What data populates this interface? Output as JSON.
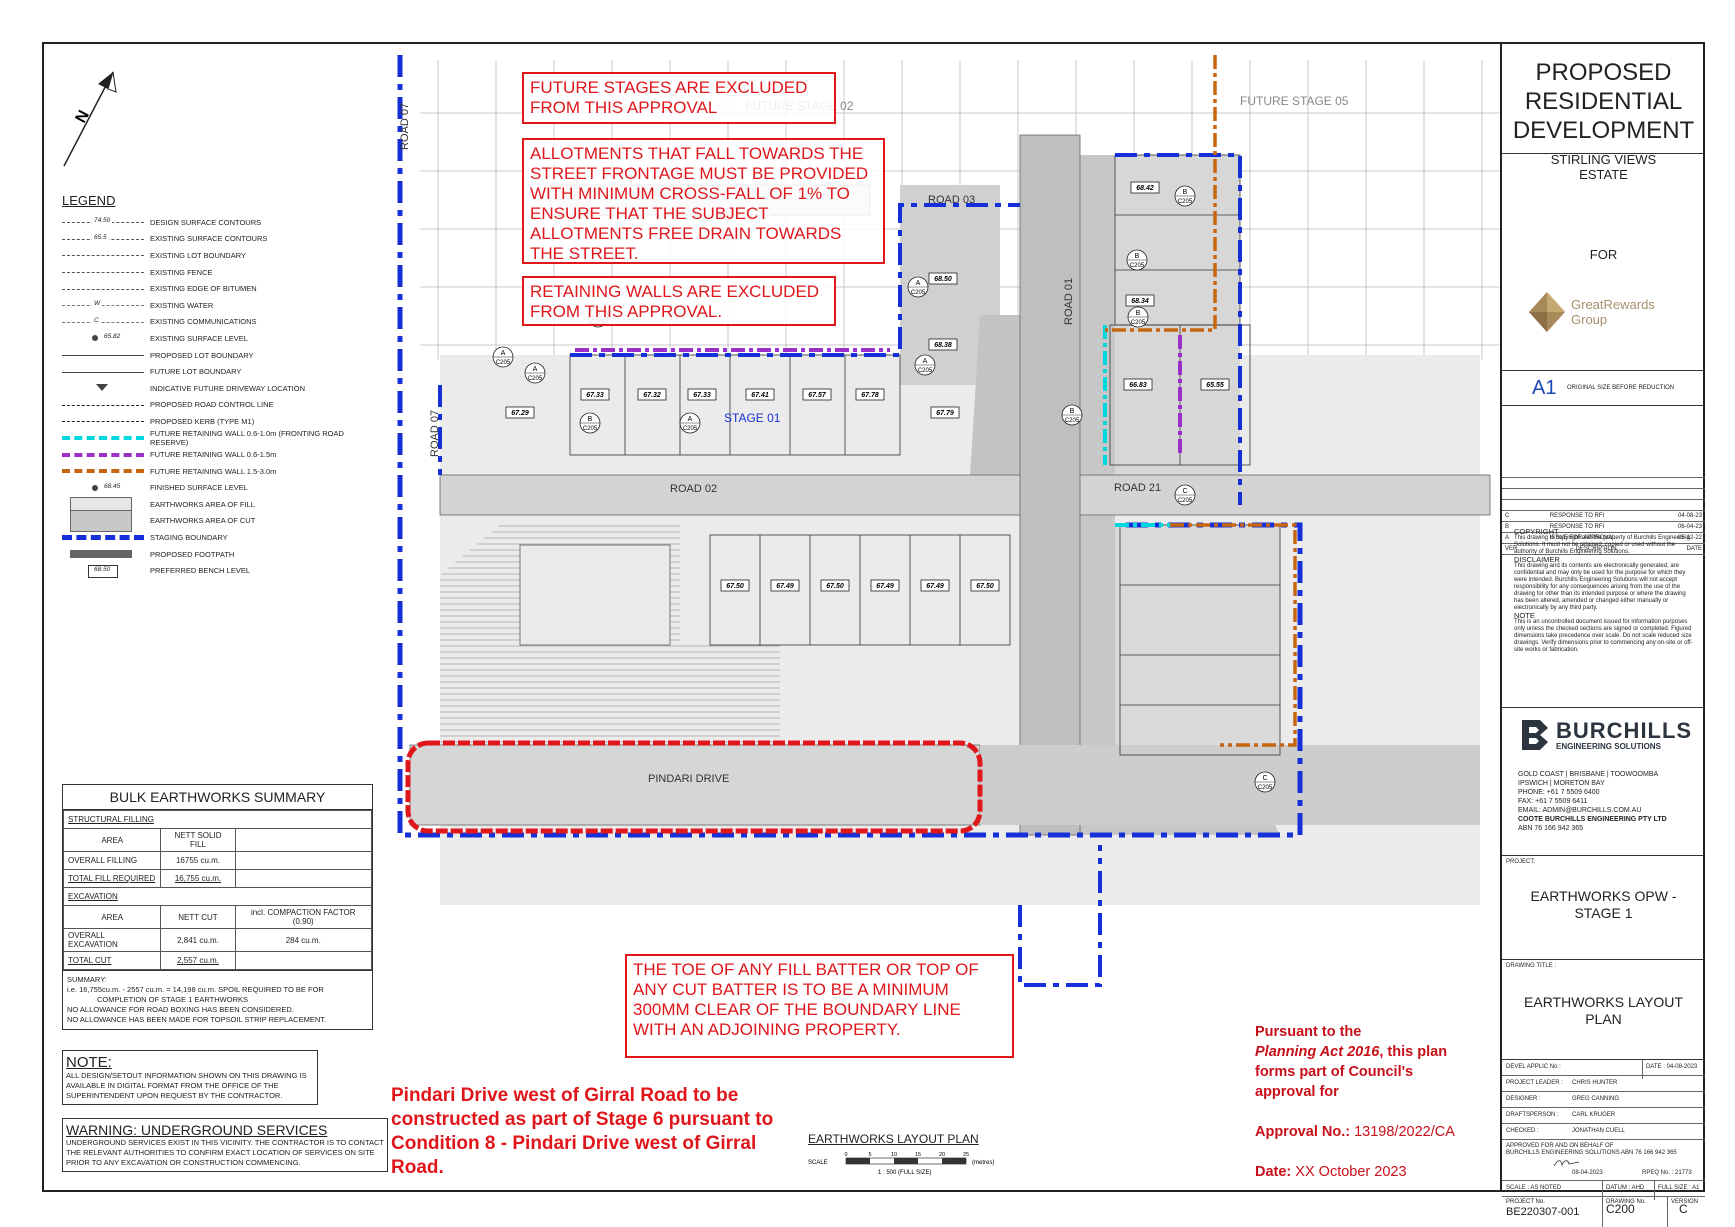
{
  "project": {
    "title_lines": [
      "PROPOSED",
      "RESIDENTIAL",
      "DEVELOPMENT"
    ],
    "estate_lines": [
      "STIRLING VIEWS",
      "ESTATE"
    ],
    "for_label": "FOR",
    "client_logo_line1": "GreatRewards",
    "client_logo_line2": "Group",
    "sheet_size": "A1",
    "sheet_size_note": "ORIGINAL SIZE BEFORE REDUCTION"
  },
  "revisions": {
    "rows": [
      {
        "rev": "C",
        "description": "RESPONSE TO RFI",
        "date": "04-08-23"
      },
      {
        "rev": "B",
        "description": "RESPONSE TO RFI",
        "date": "06-04-23"
      },
      {
        "rev": "A",
        "description": "ISSUE FOR APPROVAL",
        "date": "05-12-22"
      }
    ],
    "headers": {
      "ver": "VER.",
      "description": "DESCRIPTION",
      "date": "DATE"
    }
  },
  "copyright": {
    "heading": "COPYRIGHT",
    "copyright_text": "This drawing is copyright and the property of Burchills Engineering Solutions. It must not be retained, copied or used without the authority of Burchills Engineering Solutions.",
    "disclaimer_heading": "DISCLAIMER",
    "disclaimer_text": "This drawing and its contents are electronically generated, are confidential and may only be used for the purpose for which they were intended. Burchills Engineering Solutions will not accept responsibility for any consequences arising from the use of the drawing for other than its intended purpose or where the drawing has been altered, amended or changed either manually or electronically by any third party.",
    "note_heading": "NOTE",
    "note_text": "This is an uncontrolled document issued for information purposes only unless the checked sections are signed or completed. Figured dimensions take precedence over scale. Do not scale reduced size drawings. Verify dimensions prior to commencing any on-site or off-site works or fabrication."
  },
  "company": {
    "name": "BURCHILLS",
    "subtitle": "ENGINEERING SOLUTIONS",
    "offices_1": "GOLD COAST | BRISBANE | TOOWOOMBA",
    "offices_2": "IPSWICH | MORETON BAY",
    "phone": "PHONE: +61 7 5509 6400",
    "fax": "FAX: +61 7 5509 6411",
    "email": "EMAIL: ADMIN@BURCHILLS.COM.AU",
    "legal": "COOTE BURCHILLS ENGINEERING PTY LTD",
    "abn": "ABN 76 166 942 365"
  },
  "drawing": {
    "project_label": "PROJECT:",
    "project_lines": [
      "EARTHWORKS OPW -",
      "STAGE 1"
    ],
    "title_label": "DRAWING TITLE :",
    "title_lines": [
      "EARTHWORKS LAYOUT",
      "PLAN"
    ],
    "devel_applic_label": "DEVEL APPLIC No :",
    "date_label": "DATE :",
    "date": "04-08-2023",
    "project_leader_label": "PROJECT LEADER :",
    "project_leader": "CHRIS HUNTER",
    "designer_label": "DESIGNER :",
    "designer": "GREG CANNING",
    "draftsperson_label": "DRAFTSPERSON :",
    "draftsperson": "CARL KRUGER",
    "checked_label": "CHECKED :",
    "checked": "JONATHAN CUELL",
    "approved_line1": "APPROVED FOR AND ON BEHALF OF",
    "approved_line2": "BURCHILLS ENGINEERING SOLUTIONS  ABN 76 166 942 365",
    "approved_date": "08-04-2023",
    "rpeq": "RPEQ No. : 21773",
    "scale_label": "SCALE :",
    "scale": "AS NOTED",
    "datum_label": "DATUM :",
    "datum": "AHD",
    "full_size_label": "FULL SIZE :",
    "full_size": "A1",
    "project_no_label": "PROJECT No.",
    "project_no": "BE220307-001",
    "drawing_no_label": "DRAWING No.",
    "drawing_no": "C200",
    "version_label": "VERSION",
    "version": "C"
  },
  "legend": {
    "heading": "LEGEND",
    "items": [
      {
        "sample": "74.50",
        "label": "DESIGN SURFACE CONTOURS"
      },
      {
        "sample": "65.5",
        "label": "EXISTING SURFACE CONTOURS"
      },
      {
        "sample": "",
        "label": "EXISTING LOT BOUNDARY"
      },
      {
        "sample": "",
        "label": "EXISTING FENCE"
      },
      {
        "sample": "",
        "label": "EXISTING EDGE OF BITUMEN"
      },
      {
        "sample": "W",
        "label": "EXISTING WATER"
      },
      {
        "sample": "C",
        "label": "EXISTING COMMUNICATIONS"
      },
      {
        "sample": "65.82",
        "label": "EXISTING SURFACE LEVEL"
      },
      {
        "sample": "",
        "label": "PROPOSED LOT BOUNDARY"
      },
      {
        "sample": "",
        "label": "FUTURE LOT BOUNDARY"
      },
      {
        "sample": "",
        "label": "INDICATIVE FUTURE DRIVEWAY LOCATION"
      },
      {
        "sample": "",
        "label": "PROPOSED ROAD CONTROL LINE"
      },
      {
        "sample": "",
        "label": "PROPOSED KERB (TYPE M1)"
      },
      {
        "sample": "",
        "label": "FUTURE RETAINING WALL 0.6-1.0m (FRONTING ROAD RESERVE)"
      },
      {
        "sample": "",
        "label": "FUTURE RETAINING WALL 0.6-1.5m"
      },
      {
        "sample": "",
        "label": "FUTURE RETAINING WALL 1.5-3.0m"
      },
      {
        "sample": "68.45",
        "label": "FINISHED SURFACE LEVEL"
      },
      {
        "sample": "",
        "label": "EARTHWORKS AREA OF FILL"
      },
      {
        "sample": "",
        "label": "EARTHWORKS AREA OF CUT"
      },
      {
        "sample": "",
        "label": "STAGING BOUNDARY"
      },
      {
        "sample": "",
        "label": "PROPOSED FOOTPATH"
      },
      {
        "sample": "68.50",
        "label": "PREFERRED BENCH LEVEL"
      }
    ],
    "colors": {
      "wall_cyan": "#00d8e0",
      "wall_purple": "#9b2fc8",
      "wall_orange": "#c8650f",
      "staging_blue": "#1530d8",
      "cut_grey": "#c8c8c8",
      "fill_grey": "#e6e6e6"
    }
  },
  "summary": {
    "title": "BULK EARTHWORKS SUMMARY",
    "structural_heading": "STRUCTURAL FILLING",
    "area_header": "AREA",
    "nett_fill_header": "NETT SOLID FILL",
    "overall_filling_label": "OVERALL FILLING",
    "overall_filling_value": "16755 cu.m.",
    "total_fill_label": "TOTAL FILL REQUIRED",
    "total_fill_value": "16,755 cu.m.",
    "excavation_heading": "EXCAVATION",
    "nett_cut_header": "NETT CUT",
    "compaction_header": "incl. COMPACTION FACTOR (0.90)",
    "overall_excavation_label": "OVERALL EXCAVATION",
    "overall_excavation_value": "2,841 cu.m.",
    "overall_excavation_compacted": "284 cu.m.",
    "total_cut_label": "TOTAL CUT",
    "total_cut_value": "2,557 cu.m.",
    "summary_label": "SUMMARY:",
    "summary_line1": "i.e. 16,755cu.m. - 2557 cu.m. = 14,198 cu.m. SPOIL REQUIRED TO BE FOR",
    "summary_line2": "COMPLETION OF STAGE 1 EARTHWORKS",
    "summary_line3": "NO ALLOWANCE FOR ROAD BOXING HAS BEEN CONSIDERED.",
    "summary_line4": "NO ALLOWANCE HAS BEEN MADE FOR TOPSOIL STRIP REPLACEMENT."
  },
  "notes": {
    "heading": "NOTE:",
    "text": "ALL DESIGN/SETOUT INFORMATION SHOWN ON THIS DRAWING IS AVAILABLE IN DIGITAL FORMAT FROM THE OFFICE OF THE SUPERINTENDENT UPON REQUEST BY THE CONTRACTOR.",
    "warning_heading": "WARNING: UNDERGROUND SERVICES",
    "warning_text": "UNDERGROUND SERVICES EXIST IN THIS VICINITY. THE CONTRACTOR IS TO CONTACT THE RELEVANT AUTHORITIES TO CONFIRM EXACT LOCATION OF SERVICES ON SITE PRIOR TO ANY EXCAVATION OR CONSTRUCTION COMMENCING."
  },
  "annotations": {
    "future_stages": "FUTURE STAGES ARE EXCLUDED FROM THIS APPROVAL",
    "allotments": "ALLOTMENTS THAT FALL TOWARDS THE STREET FRONTAGE MUST BE PROVIDED WITH MINIMUM CROSS-FALL OF 1% TO ENSURE THAT THE SUBJECT ALLOTMENTS FREE DRAIN TOWARDS THE STREET.",
    "retaining": "RETAINING WALLS ARE EXCLUDED FROM THIS APPROVAL.",
    "toe_of_fill": "THE TOE OF ANY FILL BATTER OR TOP OF ANY CUT BATTER IS TO BE A MINIMUM 300MM CLEAR OF THE BOUNDARY LINE WITH AN ADJOINING PROPERTY.",
    "pindari_note": "Pindari Drive west of Girral Road to be constructed as part of Stage 6 pursuant to Condition 8 - Pindari Drive west of Girral Road.",
    "pursuant_line1": "Pursuant to the",
    "pursuant_act": "Planning Act 2016",
    "pursuant_line2": ", this plan forms part of Council's approval for",
    "approval_label": "Approval No.:",
    "approval_no": "13198/2022/CA",
    "date_label": "Date:",
    "date_value": "XX October 2023"
  },
  "map": {
    "road_labels": [
      "ROAD 03",
      "ROAD 01",
      "ROAD 02",
      "ROAD 07",
      "ROAD 21",
      "PINDARI DRIVE",
      "ROAD 07"
    ],
    "stage_label": "STAGE 01",
    "future_stage_labels": [
      "FUTURE STAGE 02",
      "FUTURE STAGE 05"
    ],
    "bench_levels_top_row": [
      "67.29",
      "67.33",
      "67.32",
      "67.33",
      "67.41",
      "67.57",
      "67.78",
      "67.79"
    ],
    "bench_levels_east": [
      "68.50",
      "68.38",
      "68.42",
      "68.34",
      "66.83",
      "65.55"
    ],
    "bench_levels_south_row": [
      "67.50",
      "67.49",
      "67.50",
      "67.49",
      "67.49",
      "67.50"
    ],
    "section_markers": [
      "A C205",
      "B C205",
      "A C205",
      "B C205",
      "A C205",
      "A C205",
      "A C205",
      "B C205",
      "B C205",
      "B C205",
      "B C205",
      "C C205",
      "C C205"
    ],
    "plan_title": "EARTHWORKS LAYOUT PLAN",
    "scale_label": "SCALE",
    "scale_ticks": [
      "0",
      "5",
      "10",
      "15",
      "20",
      "25"
    ],
    "scale_units": "(metres)",
    "scale_ratio": "1 : 500  (FULL SIZE)",
    "north_label": "N"
  }
}
